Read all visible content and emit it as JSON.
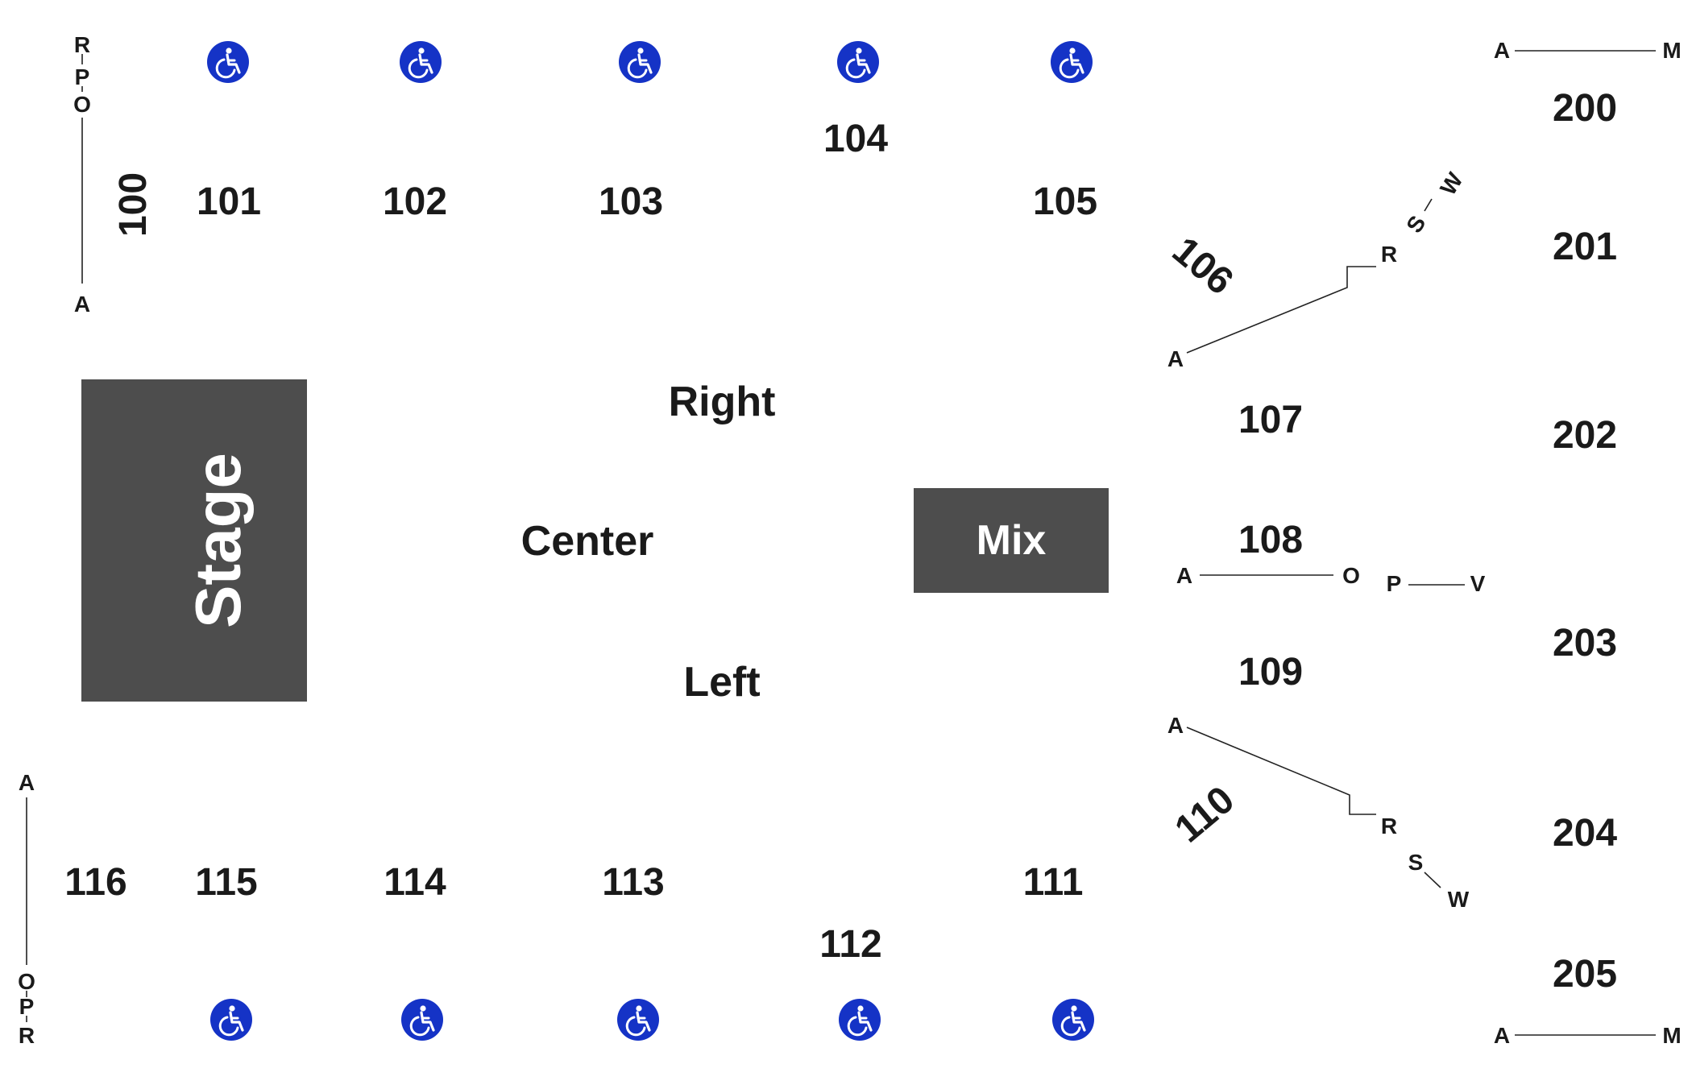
{
  "sections": {
    "s100": "100",
    "s101": "101",
    "s102": "102",
    "s103": "103",
    "s104": "104",
    "s105": "105",
    "s106": "106",
    "s107": "107",
    "s108": "108",
    "s109": "109",
    "s110": "110",
    "s111": "111",
    "s112": "112",
    "s113": "113",
    "s114": "114",
    "s115": "115",
    "s116": "116",
    "s200": "200",
    "s201": "201",
    "s202": "202",
    "s203": "203",
    "s204": "204",
    "s205": "205"
  },
  "zones": {
    "right": "Right",
    "center": "Center",
    "left": "Left"
  },
  "stage": {
    "label": "Stage"
  },
  "mix": {
    "label": "Mix"
  },
  "row_markers": {
    "r100": {
      "r": "R",
      "p": "P",
      "o": "O",
      "a": "A"
    },
    "r116": {
      "a": "A",
      "o": "O",
      "p": "P",
      "r": "R"
    },
    "r106": {
      "a": "A",
      "r": "R",
      "s": "S",
      "w": "W"
    },
    "r108": {
      "a": "A",
      "o": "O",
      "p": "P",
      "v": "V"
    },
    "r110": {
      "a": "A",
      "r": "R",
      "s": "S",
      "w": "W"
    },
    "r200": {
      "a": "A",
      "m": "M"
    },
    "r205": {
      "a": "A",
      "m": "M"
    }
  },
  "accessibility_icons": {
    "count_top": 5,
    "count_bottom": 5,
    "color": "#1533c6",
    "icon": "wheelchair-icon"
  },
  "colors": {
    "stage_box": "#4d4d4d",
    "mix_box": "#4d4d4d",
    "text": "#1a1a1a"
  }
}
